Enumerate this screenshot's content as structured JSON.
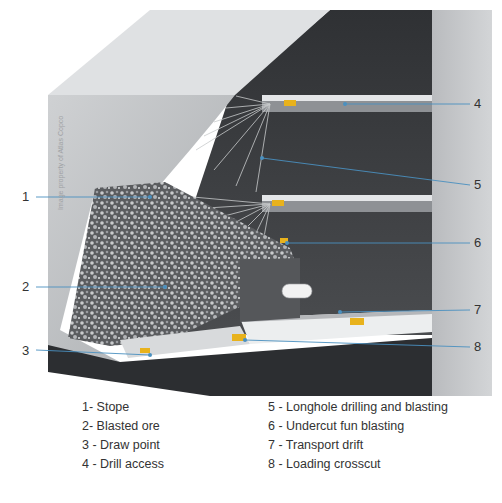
{
  "diagram": {
    "labels": [
      "1",
      "2",
      "3",
      "4",
      "5",
      "6",
      "7",
      "8",
      "Image property of Atlas Copco",
      "1- Stope",
      "2- Blasted ore",
      "3 - Draw point",
      "4 - Drill access",
      "5 - Longhole drilling and blasting",
      "6 - Undercut fun blasting",
      "7 - Transport drift",
      "8 - Loading crosscut"
    ]
  }
}
